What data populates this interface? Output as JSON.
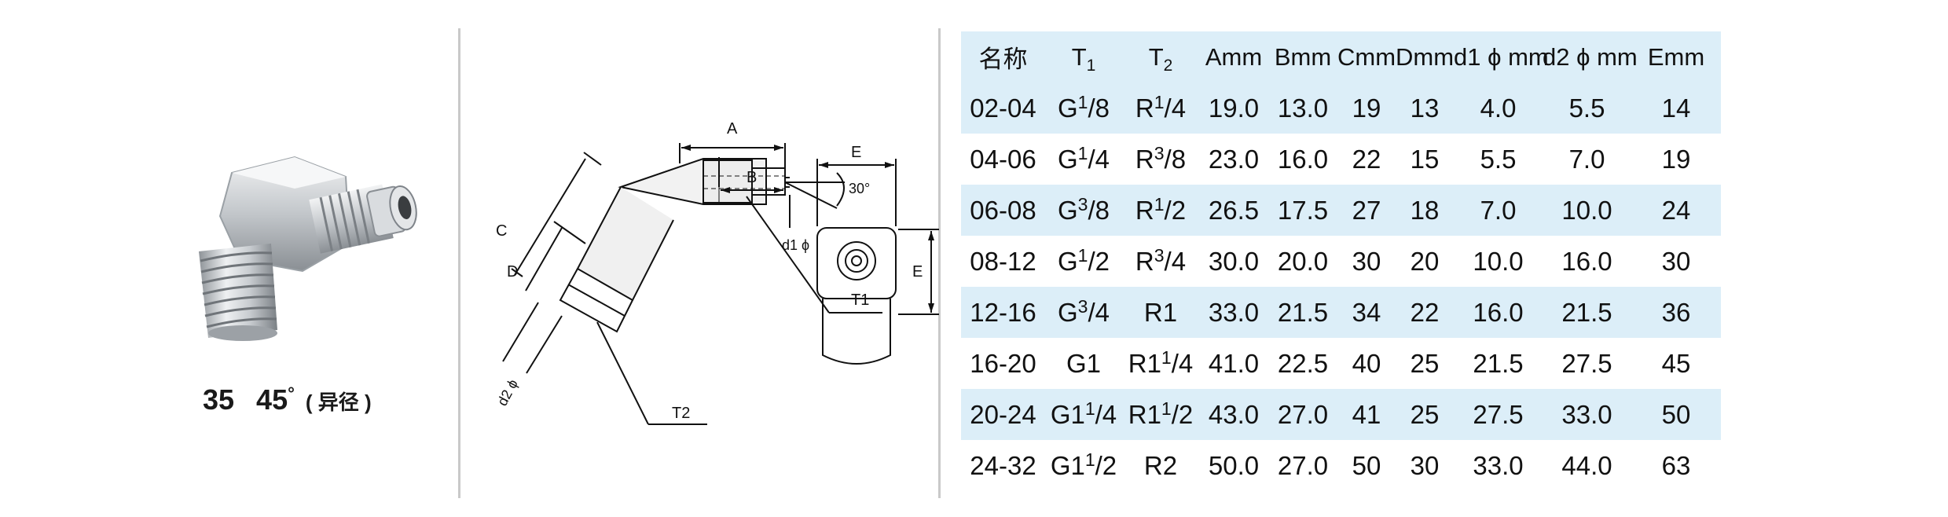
{
  "product": {
    "code": "35",
    "angle": "45",
    "degree_symbol": "°",
    "note": "( 异径 )"
  },
  "drawing": {
    "labels": {
      "A": "A",
      "B": "B",
      "C": "C",
      "D": "D",
      "E_front": "E",
      "E_side": "E",
      "angle": "30°",
      "d1": "d1 ϕ",
      "d2": "d2 ϕ",
      "T1": "T1",
      "T2": "T2"
    }
  },
  "table": {
    "headers": [
      "名称",
      "T1",
      "T2",
      "Amm",
      "Bmm",
      "Cmm",
      "Dmm",
      "d1 ϕ mm",
      "d2 ϕ mm",
      "Emm"
    ],
    "rows": [
      [
        "02-04",
        "G1/8",
        "R1/4",
        "19.0",
        "13.0",
        "19",
        "13",
        "4.0",
        "5.5",
        "14"
      ],
      [
        "04-06",
        "G1/4",
        "R3/8",
        "23.0",
        "16.0",
        "22",
        "15",
        "5.5",
        "7.0",
        "19"
      ],
      [
        "06-08",
        "G3/8",
        "R1/2",
        "26.5",
        "17.5",
        "27",
        "18",
        "7.0",
        "10.0",
        "24"
      ],
      [
        "08-12",
        "G1/2",
        "R3/4",
        "30.0",
        "20.0",
        "30",
        "20",
        "10.0",
        "16.0",
        "30"
      ],
      [
        "12-16",
        "G3/4",
        "R1",
        "33.0",
        "21.5",
        "34",
        "22",
        "16.0",
        "21.5",
        "36"
      ],
      [
        "16-20",
        "G1",
        "R11/4",
        "41.0",
        "22.5",
        "40",
        "25",
        "21.5",
        "27.5",
        "45"
      ],
      [
        "20-24",
        "G11/4",
        "R11/2",
        "43.0",
        "27.0",
        "41",
        "25",
        "27.5",
        "33.0",
        "50"
      ],
      [
        "24-32",
        "G11/2",
        "R2",
        "50.0",
        "27.0",
        "50",
        "30",
        "33.0",
        "44.0",
        "63"
      ]
    ]
  }
}
